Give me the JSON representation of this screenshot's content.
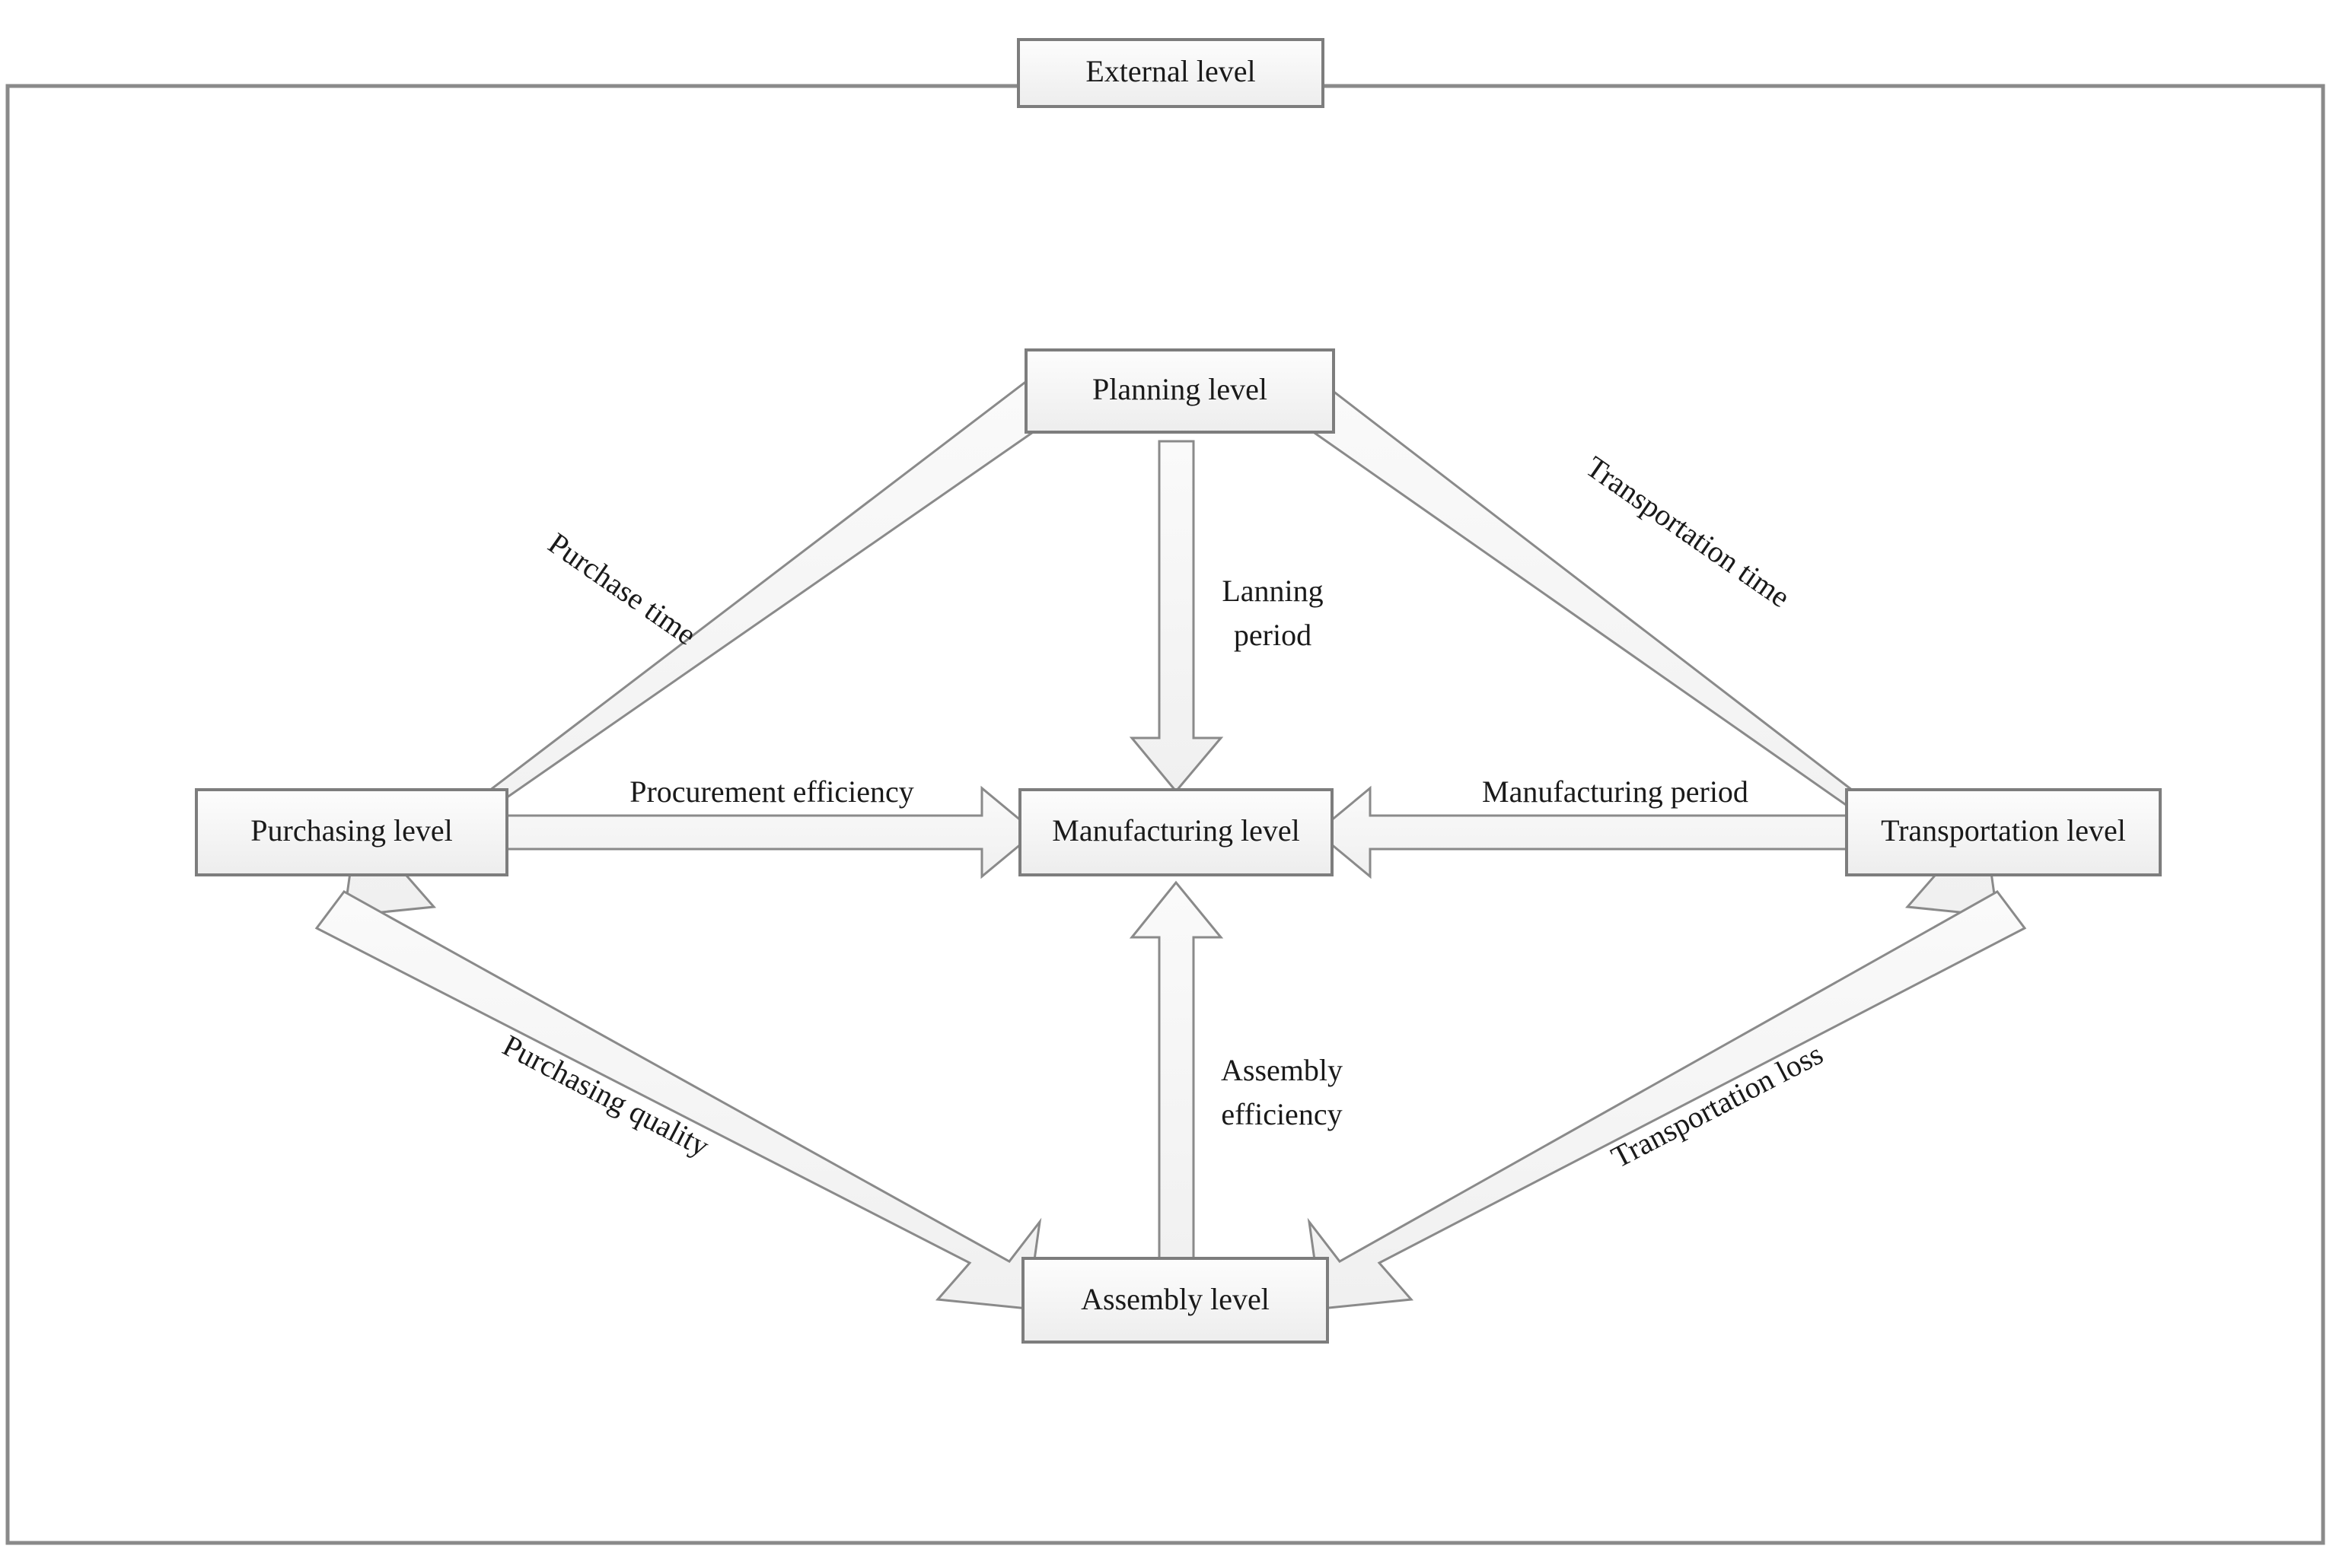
{
  "diagram": {
    "title_box": {
      "label": "External level"
    },
    "nodes": [
      {
        "id": "planning",
        "label": "Planning level"
      },
      {
        "id": "purchasing",
        "label": "Purchasing level"
      },
      {
        "id": "manufacturing",
        "label": "Manufacturing level"
      },
      {
        "id": "transportation",
        "label": "Transportation level"
      },
      {
        "id": "assembly",
        "label": "Assembly level"
      }
    ],
    "edges": [
      {
        "id": "planning-purchasing",
        "label": "Purchase time",
        "from": "planning",
        "to": "purchasing"
      },
      {
        "id": "planning-transportation",
        "label": "Transportation time",
        "from": "planning",
        "to": "transportation"
      },
      {
        "id": "planning-manufacturing",
        "label_line1": "Lanning",
        "label_line2": "period",
        "from": "planning",
        "to": "manufacturing"
      },
      {
        "id": "purchasing-manufacturing",
        "label": "Procurement efficiency",
        "from": "purchasing",
        "to": "manufacturing"
      },
      {
        "id": "transportation-manufacturing",
        "label": "Manufacturing period",
        "from": "transportation",
        "to": "manufacturing"
      },
      {
        "id": "purchasing-assembly",
        "label": "Purchasing quality",
        "from": "purchasing",
        "to": "assembly"
      },
      {
        "id": "transportation-assembly",
        "label": "Transportation loss",
        "from": "transportation",
        "to": "assembly"
      },
      {
        "id": "assembly-manufacturing",
        "label_line1": "Assembly",
        "label_line2": "efficiency",
        "from": "assembly",
        "to": "manufacturing"
      }
    ],
    "colors": {
      "box_stroke": "#7d7d7d",
      "box_fill_top": "#fdfdfd",
      "box_fill_bottom": "#eeeeee",
      "arrow_stroke": "#8a8a8a",
      "arrow_fill": "#f4f4f4",
      "frame_stroke": "#8a8a8a",
      "text": "#1a1a1a",
      "background": "#ffffff"
    }
  }
}
